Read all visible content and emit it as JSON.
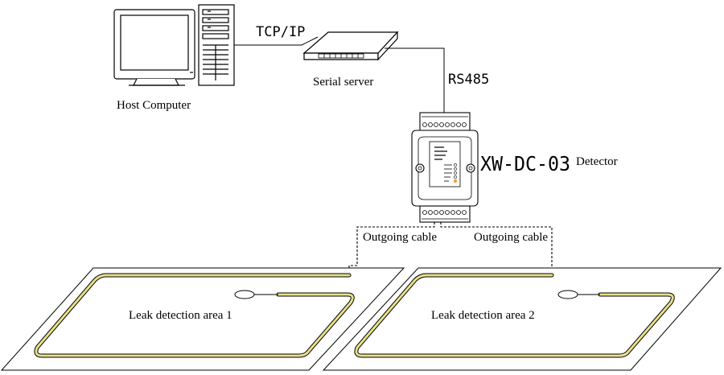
{
  "labels": {
    "host_computer": "Host Computer",
    "serial_server": "Serial server",
    "tcpip": "TCP/IP",
    "rs485": "RS485",
    "model": "XW-DC-03",
    "detector": "Detector",
    "outgoing_cable_left": "Outgoing cable",
    "outgoing_cable_right": "Outgoing cable",
    "area1": "Leak detection area 1",
    "area2": "Leak detection area 2"
  },
  "colors": {
    "line": "#000000",
    "sensor_cable": "#e8e08a",
    "device_fill": "#ffffff",
    "led": "#f0a030"
  }
}
